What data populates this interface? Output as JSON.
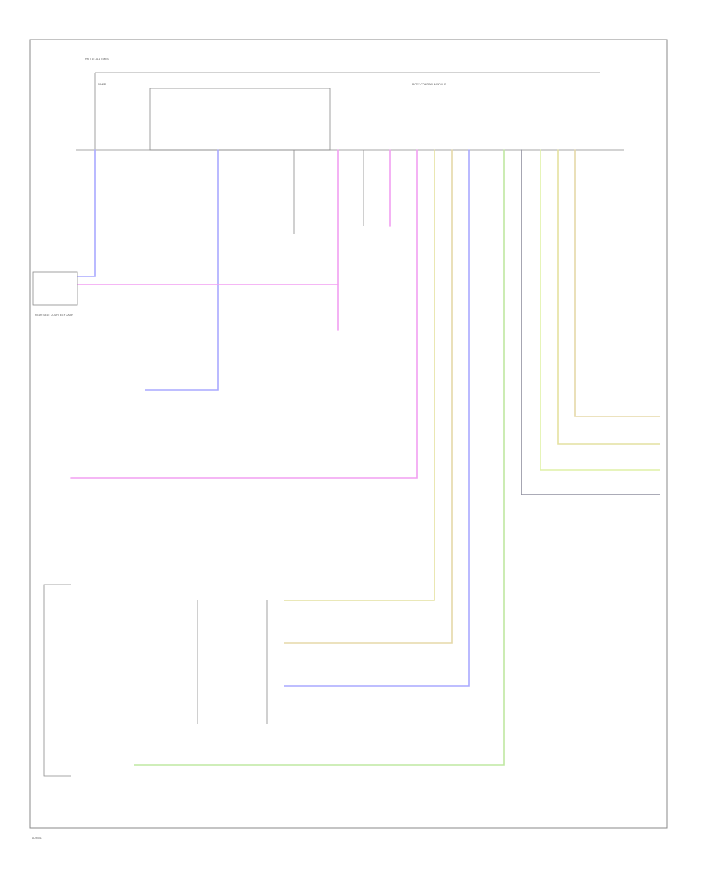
{
  "colors": {
    "blue": "#a9a9ff",
    "pink": "#f29ff2",
    "lightgreen": "#bfe8a2",
    "olive": "#e4e1a0",
    "tan": "#e5d8a8",
    "gray": "#8f8f9f",
    "black": "#555555"
  },
  "diagram": {
    "footer_code": "SDR001"
  },
  "wiring": {
    "hot_at_all_times_label": "HOT AT ALL TIMES",
    "fuse_label": "5 AMP",
    "module_title": "BODY CONTROL MODULE",
    "courtesy_lamp_title": "REAR SEAT COURTESY LAMP"
  }
}
